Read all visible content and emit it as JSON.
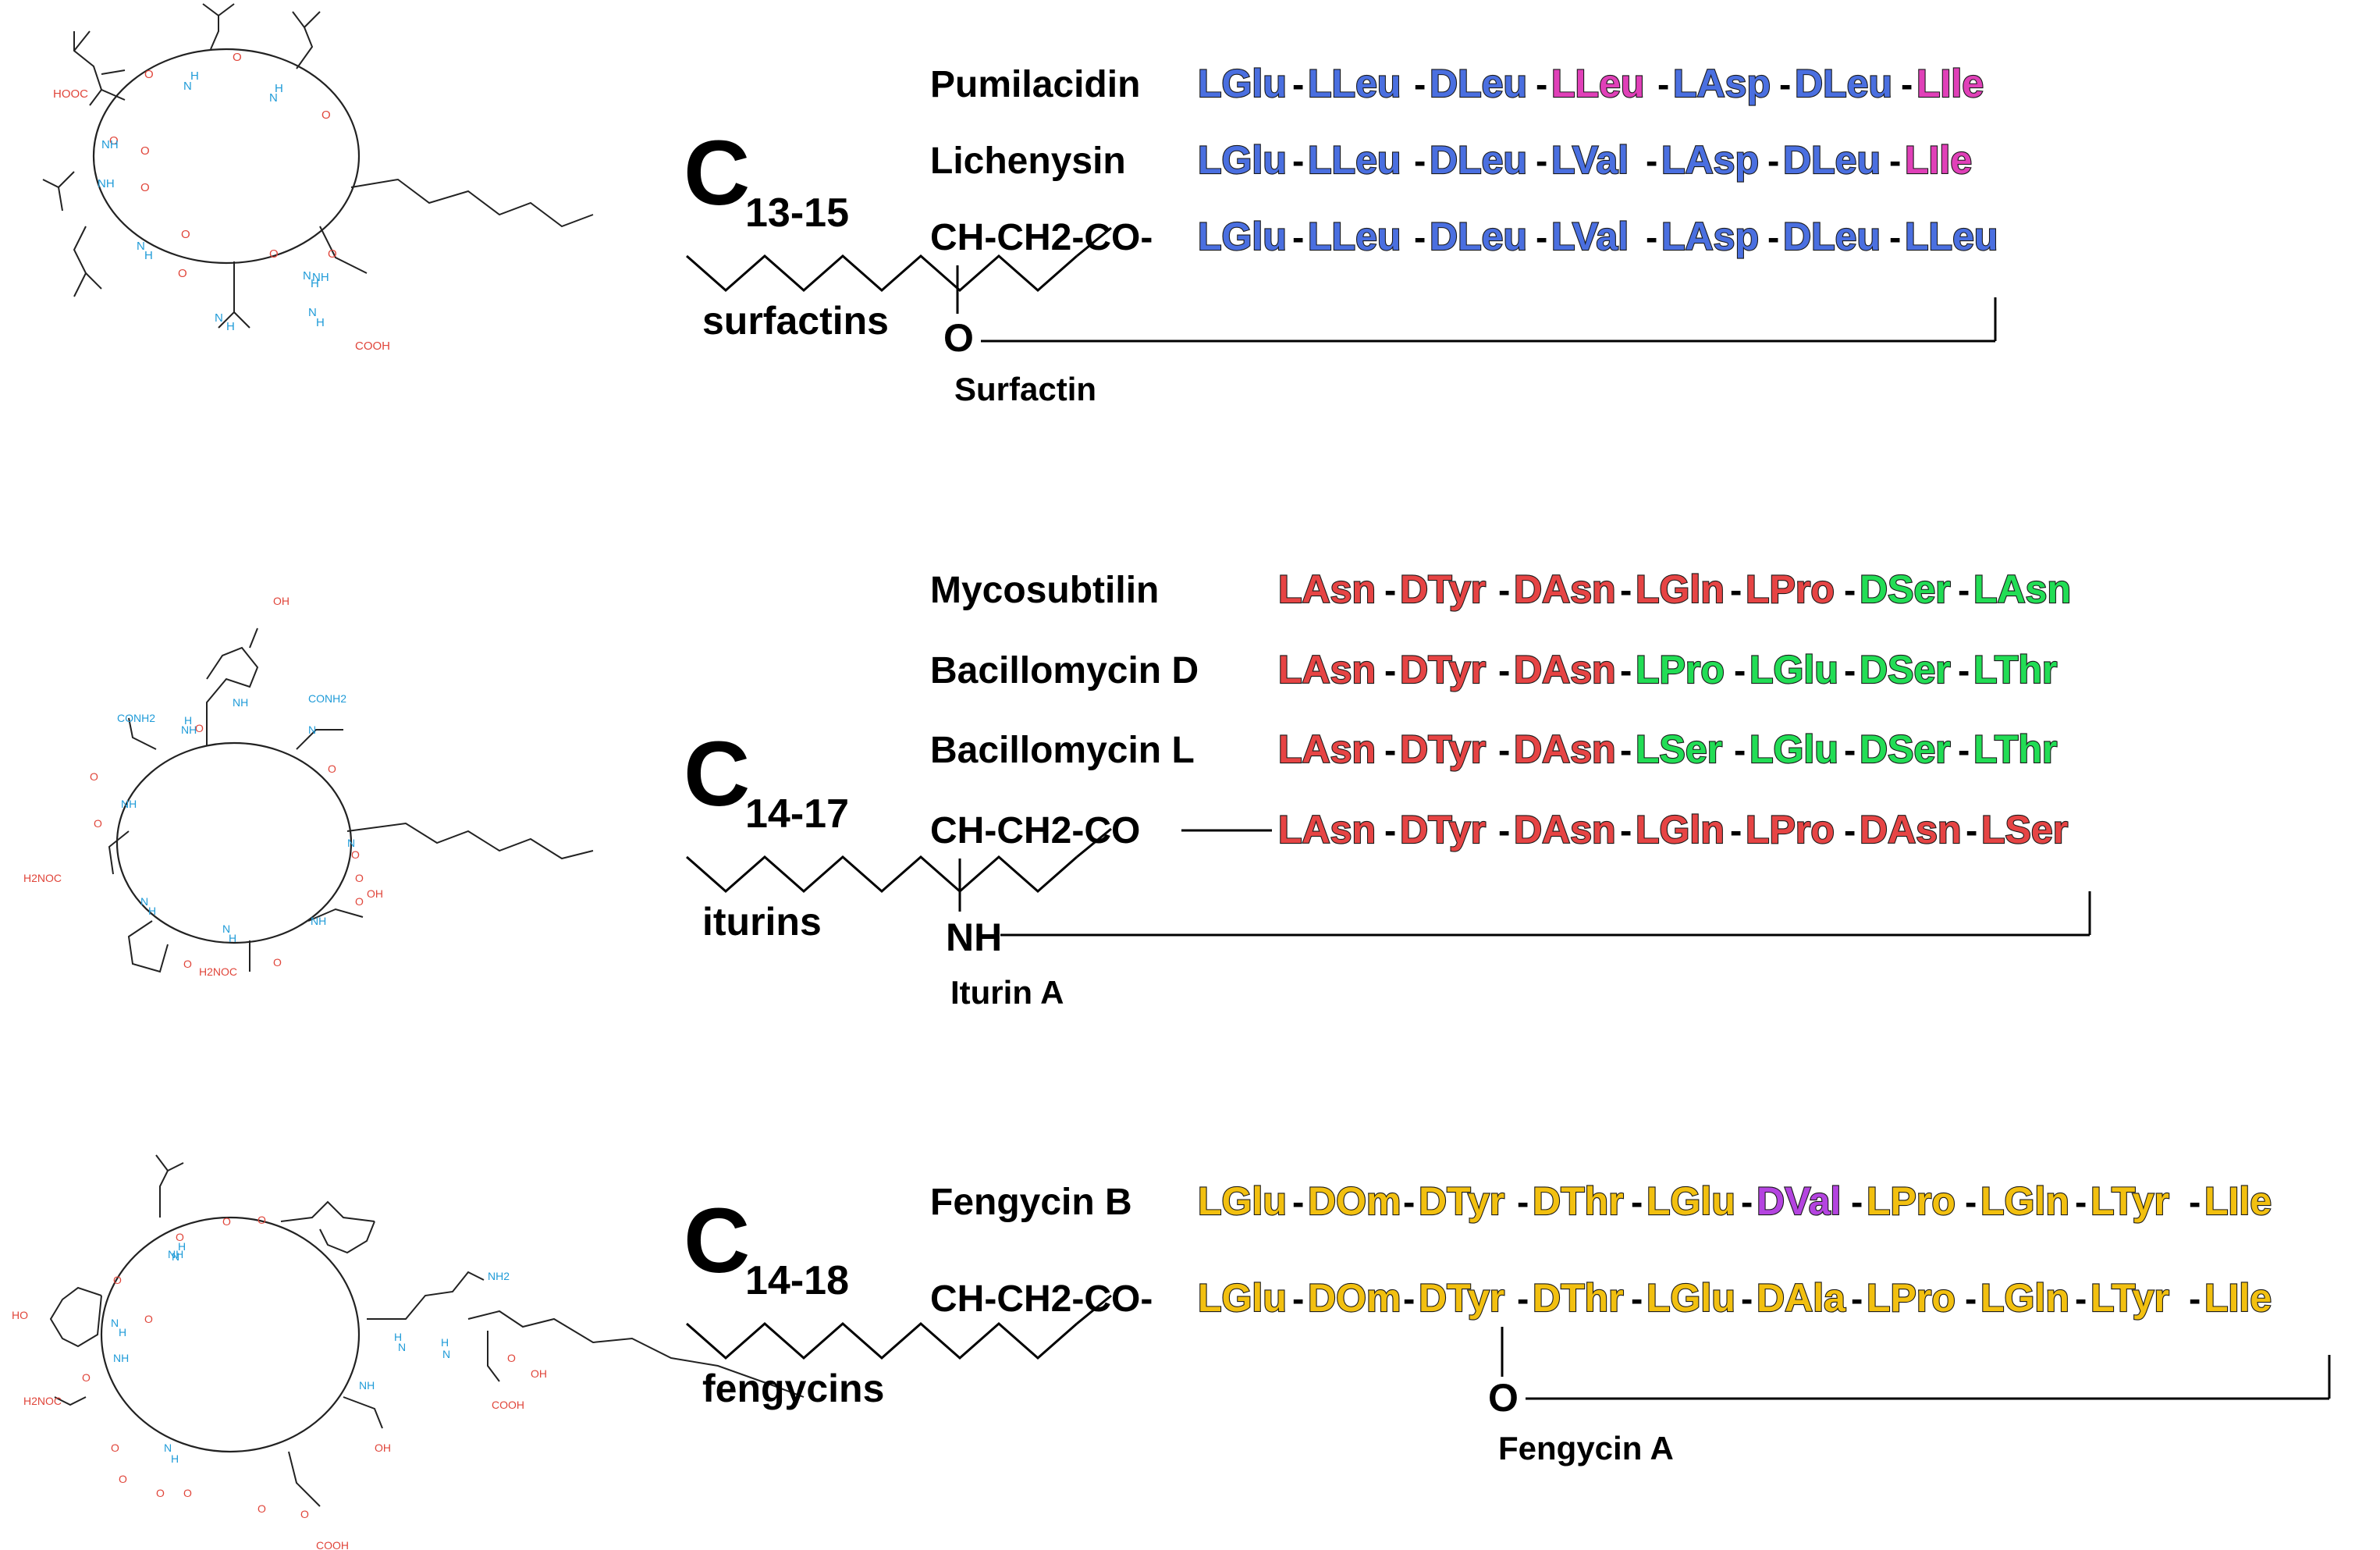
{
  "colors": {
    "surfactin_blue": "#4a6fe0",
    "pink": "#e040b8",
    "iturin_red": "#e64444",
    "iturin_green": "#22dd55",
    "fengycin_yellow": "#f2c010",
    "fengycin_purple": "#b444e0",
    "atom_O": "#e0453a",
    "atom_N": "#1f9bd8"
  },
  "groups": [
    {
      "id": "surfactins",
      "chain": "C",
      "chain_sub": "13-15",
      "family": "surfactins",
      "prefix": "CH-CH2-CO-",
      "link_atom": "O",
      "base_name": "Surfactin",
      "rows": [
        {
          "name": "Pumilacidin",
          "residues": [
            {
              "t": "LGlu",
              "c": "surfactin_blue"
            },
            {
              "t": "LLeu",
              "c": "surfactin_blue"
            },
            {
              "t": "DLeu",
              "c": "surfactin_blue"
            },
            {
              "t": "LLeu",
              "c": "pink"
            },
            {
              "t": "LAsp",
              "c": "surfactin_blue"
            },
            {
              "t": "DLeu",
              "c": "surfactin_blue"
            },
            {
              "t": "LIle",
              "c": "pink"
            }
          ]
        },
        {
          "name": "Lichenysin",
          "residues": [
            {
              "t": "LGlu",
              "c": "surfactin_blue"
            },
            {
              "t": "LLeu",
              "c": "surfactin_blue"
            },
            {
              "t": "DLeu",
              "c": "surfactin_blue"
            },
            {
              "t": "LVal",
              "c": "surfactin_blue"
            },
            {
              "t": "LAsp",
              "c": "surfactin_blue"
            },
            {
              "t": "DLeu",
              "c": "surfactin_blue"
            },
            {
              "t": "LIle",
              "c": "pink"
            }
          ]
        },
        {
          "name": "",
          "residues": [
            {
              "t": "LGlu",
              "c": "surfactin_blue"
            },
            {
              "t": "LLeu",
              "c": "surfactin_blue"
            },
            {
              "t": "DLeu",
              "c": "surfactin_blue"
            },
            {
              "t": "LVal",
              "c": "surfactin_blue"
            },
            {
              "t": "LAsp",
              "c": "surfactin_blue"
            },
            {
              "t": "DLeu",
              "c": "surfactin_blue"
            },
            {
              "t": "LLeu",
              "c": "surfactin_blue"
            }
          ]
        }
      ]
    },
    {
      "id": "iturins",
      "chain": "C",
      "chain_sub": "14-17",
      "family": "iturins",
      "prefix": "CH-CH2-CO",
      "link_atom": "NH",
      "base_name": "Iturin A",
      "rows": [
        {
          "name": "Mycosubtilin",
          "residues": [
            {
              "t": "LAsn",
              "c": "iturin_red"
            },
            {
              "t": "DTyr",
              "c": "iturin_red"
            },
            {
              "t": "DAsn",
              "c": "iturin_red"
            },
            {
              "t": "LGln",
              "c": "iturin_red"
            },
            {
              "t": "LPro",
              "c": "iturin_red"
            },
            {
              "t": "DSer",
              "c": "iturin_green"
            },
            {
              "t": "LAsn",
              "c": "iturin_green"
            }
          ]
        },
        {
          "name": "Bacillomycin D",
          "residues": [
            {
              "t": "LAsn",
              "c": "iturin_red"
            },
            {
              "t": "DTyr",
              "c": "iturin_red"
            },
            {
              "t": "DAsn",
              "c": "iturin_red"
            },
            {
              "t": "LPro",
              "c": "iturin_green"
            },
            {
              "t": "LGlu",
              "c": "iturin_green"
            },
            {
              "t": "DSer",
              "c": "iturin_green"
            },
            {
              "t": "LThr",
              "c": "iturin_green"
            }
          ]
        },
        {
          "name": "Bacillomycin L",
          "residues": [
            {
              "t": "LAsn",
              "c": "iturin_red"
            },
            {
              "t": "DTyr",
              "c": "iturin_red"
            },
            {
              "t": "DAsn",
              "c": "iturin_red"
            },
            {
              "t": "LSer",
              "c": "iturin_green"
            },
            {
              "t": "LGlu",
              "c": "iturin_green"
            },
            {
              "t": "DSer",
              "c": "iturin_green"
            },
            {
              "t": "LThr",
              "c": "iturin_green"
            }
          ]
        },
        {
          "name": "",
          "residues": [
            {
              "t": "LAsn",
              "c": "iturin_red"
            },
            {
              "t": "DTyr",
              "c": "iturin_red"
            },
            {
              "t": "DAsn",
              "c": "iturin_red"
            },
            {
              "t": "LGln",
              "c": "iturin_red"
            },
            {
              "t": "LPro",
              "c": "iturin_red"
            },
            {
              "t": "DAsn",
              "c": "iturin_red"
            },
            {
              "t": "LSer",
              "c": "iturin_red"
            }
          ]
        }
      ]
    },
    {
      "id": "fengycins",
      "chain": "C",
      "chain_sub": "14-18",
      "family": "fengycins",
      "prefix": "CH-CH2-CO-",
      "link_atom": "O",
      "base_name": "Fengycin A",
      "rows": [
        {
          "name": "Fengycin B",
          "residues": [
            {
              "t": "LGlu",
              "c": "fengycin_yellow"
            },
            {
              "t": "DOm",
              "c": "fengycin_yellow"
            },
            {
              "t": "DTyr",
              "c": "fengycin_yellow"
            },
            {
              "t": "DThr",
              "c": "fengycin_yellow"
            },
            {
              "t": "LGlu",
              "c": "fengycin_yellow"
            },
            {
              "t": "DVal",
              "c": "fengycin_purple"
            },
            {
              "t": "LPro",
              "c": "fengycin_yellow"
            },
            {
              "t": "LGln",
              "c": "fengycin_yellow"
            },
            {
              "t": "LTyr",
              "c": "fengycin_yellow"
            },
            {
              "t": "LIle",
              "c": "fengycin_yellow"
            }
          ]
        },
        {
          "name": "",
          "residues": [
            {
              "t": "LGlu",
              "c": "fengycin_yellow"
            },
            {
              "t": "DOm",
              "c": "fengycin_yellow"
            },
            {
              "t": "DTyr",
              "c": "fengycin_yellow"
            },
            {
              "t": "DThr",
              "c": "fengycin_yellow"
            },
            {
              "t": "LGlu",
              "c": "fengycin_yellow"
            },
            {
              "t": "DAla",
              "c": "fengycin_yellow"
            },
            {
              "t": "LPro",
              "c": "fengycin_yellow"
            },
            {
              "t": "LGln",
              "c": "fengycin_yellow"
            },
            {
              "t": "LTyr",
              "c": "fengycin_yellow"
            },
            {
              "t": "LIle",
              "c": "fengycin_yellow"
            }
          ]
        }
      ]
    }
  ],
  "structures": {
    "surfactin": {
      "labels": [
        "HOOC",
        "N",
        "H",
        "N",
        "H",
        "O",
        "O",
        "O",
        "O",
        "O",
        "O",
        "O",
        "O",
        "O",
        "O",
        "NH",
        "NH",
        "N",
        "H",
        "N",
        "H",
        "N",
        "H",
        "N",
        "H",
        "NH",
        "COOH"
      ]
    },
    "iturin": {
      "labels": [
        "OH",
        "CONH2",
        "CONH2",
        "NH",
        "NH",
        "H",
        "N",
        "O",
        "O",
        "O",
        "O",
        "O",
        "O",
        "NH",
        "N",
        "H2NOC",
        "N",
        "H",
        "N",
        "H",
        "OH",
        "H2NOC",
        "NH",
        "O",
        "O",
        "O"
      ]
    },
    "fengycin": {
      "labels": [
        "O",
        "O",
        "O",
        "NH",
        "NH2",
        "HO",
        "O",
        "H",
        "N",
        "N",
        "H",
        "H2NOC",
        "NH",
        "O",
        "O",
        "O",
        "N",
        "H",
        "O",
        "OH",
        "NH",
        "H",
        "N",
        "H",
        "N",
        "O",
        "O",
        "O",
        "O",
        "COOH",
        "OH",
        "COOH",
        "O"
      ]
    }
  }
}
